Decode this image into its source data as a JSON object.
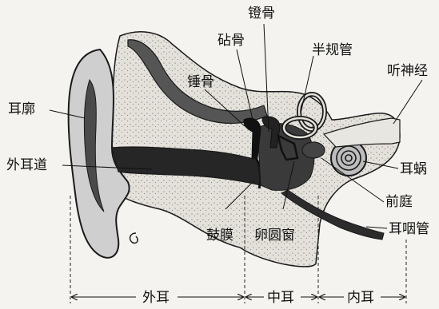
{
  "labels": {
    "stapes": "镫骨",
    "incus": "砧骨",
    "semicircular_canals": "半规管",
    "auditory_nerve": "听神经",
    "malleus": "锤骨",
    "auricle": "耳廓",
    "ear_canal": "外耳道",
    "cochlea": "耳蜗",
    "vestibule": "前庭",
    "eustachian_tube": "耳咽管",
    "eardrum": "鼓膜",
    "oval_window": "卵圆窗"
  },
  "regions": {
    "outer_ear": "外耳",
    "middle_ear": "中耳",
    "inner_ear": "内耳"
  },
  "colors": {
    "background": "#f4f3ef",
    "outline": "#1a1a1a",
    "dark_fill": "#2b2b2b",
    "mid_fill": "#6f6f6f",
    "light_fill": "#cfcfcf",
    "speckle": "#e3e1da"
  }
}
